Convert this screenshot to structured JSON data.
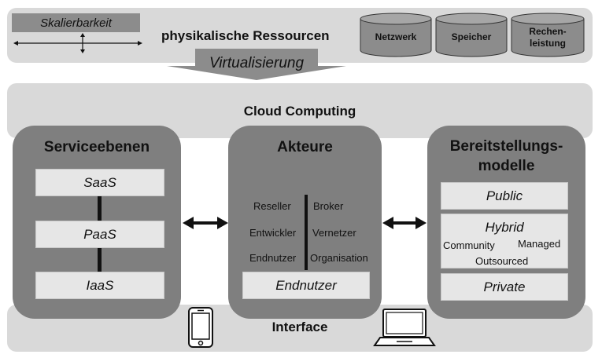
{
  "top": {
    "scalability": "Skalierbarkeit",
    "title": "physikalische Ressourcen",
    "resources": [
      "Netzwerk",
      "Speicher",
      "Rechen-\nleistung"
    ]
  },
  "virtualization": "Virtualisierung",
  "cloud_title": "Cloud Computing",
  "service": {
    "title": "Serviceebenen",
    "items": [
      "SaaS",
      "PaaS",
      "IaaS"
    ]
  },
  "actors": {
    "title": "Akteure",
    "left": [
      "Reseller",
      "Entwickler",
      "Endnutzer"
    ],
    "right": [
      "Broker",
      "Vernetzer",
      "Organisation"
    ],
    "end_user": "Endnutzer"
  },
  "deployment": {
    "title_line1": "Bereitstellungs-",
    "title_line2": "modelle",
    "public": "Public",
    "hybrid": "Hybrid",
    "community": "Community",
    "managed": "Managed",
    "outsourced": "Outsourced",
    "private": "Private"
  },
  "interface": "Interface",
  "icons": [
    "smartphone-icon",
    "laptop-icon",
    "double-arrow-icon"
  ],
  "colors": {
    "band": "#d9d9d9",
    "panel": "#7f7f7f",
    "box": "#e6e6e6"
  }
}
